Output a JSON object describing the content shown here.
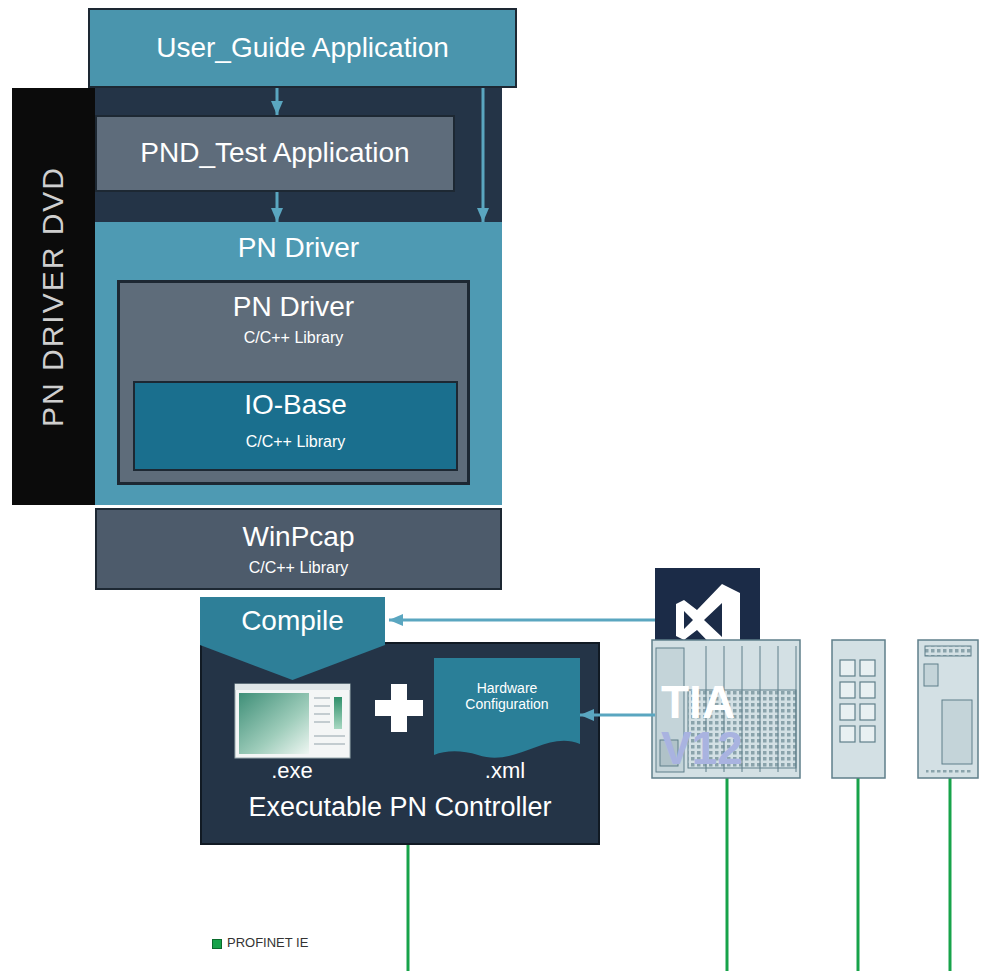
{
  "diagram": {
    "nodes": [
      {
        "text": [
          "User_Guide Application"
        ]
      },
      {
        "text": [
          "PN DRIVER DVD"
        ]
      },
      {
        "text": [
          "PND_Test Application"
        ],
        "in": 1
      },
      {
        "text": [
          "PN Driver"
        ],
        "in": 1
      },
      {
        "text": [
          "PN Driver",
          "C/C++ Library"
        ],
        "in": 3
      },
      {
        "text": [
          "IO-Base",
          "C/C++ Library"
        ],
        "in": 4
      },
      {
        "text": [
          "WinPcap",
          "C/C++ Library"
        ]
      },
      {
        "text": [
          "Compile"
        ]
      },
      {
        "text": [
          "Executable PN Controller"
        ]
      },
      {
        "text": [
          "Hardware Configuration"
        ],
        "in": 8
      },
      {
        "text": [
          "TIA V12"
        ]
      }
    ],
    "edges": [
      {
        "from": 0,
        "to": 2,
        "arrow": "to"
      },
      {
        "from": 2,
        "to": 3,
        "arrow": "to"
      },
      {
        "from": 0,
        "to": 3,
        "arrow": "to"
      },
      {
        "from": 10,
        "to": 9,
        "arrow": "to"
      }
    ],
    "labels": [
      ".exe",
      ".xml"
    ],
    "legend": [
      {
        "text": "PROFINET IE",
        "color": "#17a34a"
      }
    ]
  }
}
